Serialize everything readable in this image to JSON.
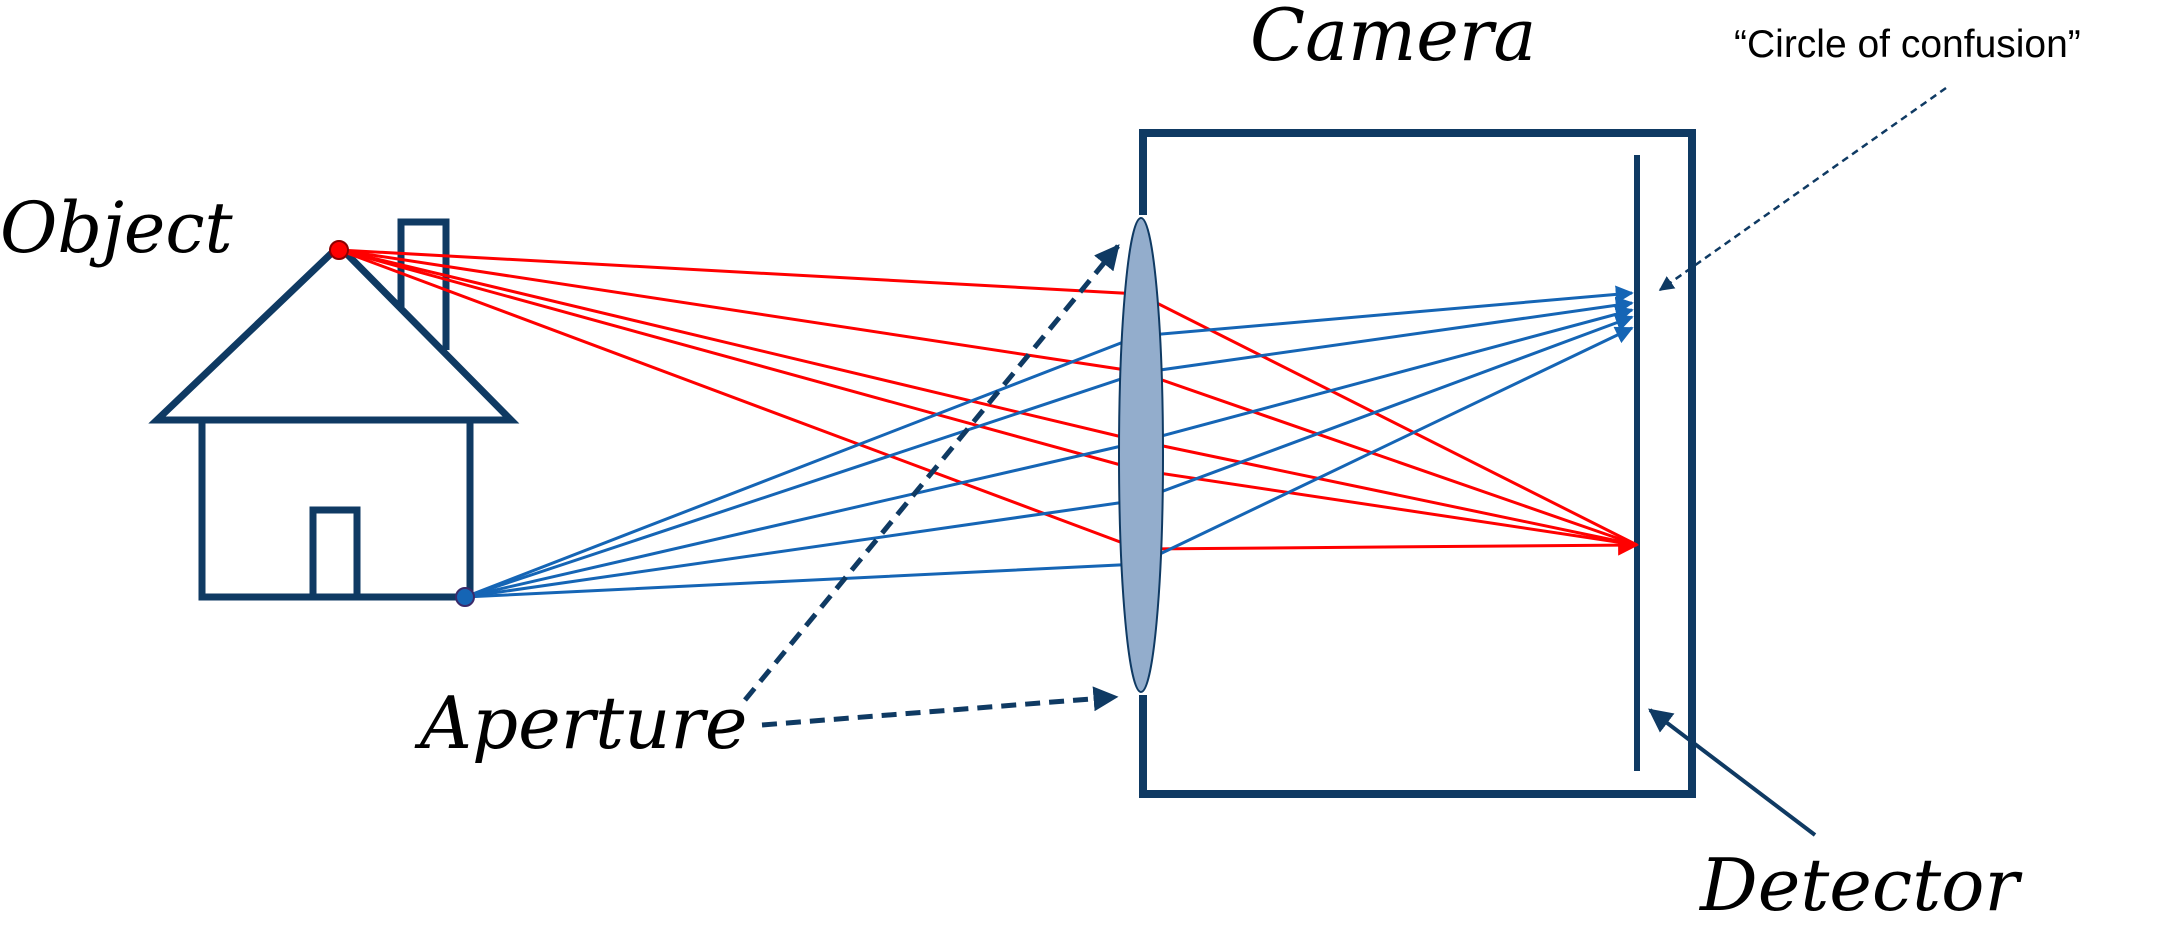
{
  "labels": {
    "object": "Object",
    "camera": "Camera",
    "aperture": "Aperture",
    "detector": "Detector",
    "circle_of_confusion": "“Circle of confusion”"
  },
  "colors": {
    "outline": "#0f3a63",
    "red_ray": "#ff0000",
    "blue_ray": "#1565b5",
    "lens_fill": "#93adcc",
    "annotation": "#0f3a63",
    "background": "#ffffff"
  }
}
